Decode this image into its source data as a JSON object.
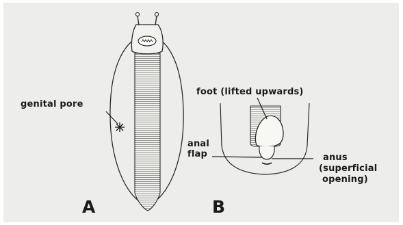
{
  "figure": {
    "panel_a_letter": "A",
    "panel_b_letter": "B",
    "labels": {
      "genital_pore": "genital pore",
      "foot": "foot (lifted upwards)",
      "anal_flap_line1": "anal",
      "anal_flap_line2": "flap",
      "anus_line1": "anus",
      "anus_line2": "(superficial",
      "anus_line3": "opening)"
    }
  }
}
